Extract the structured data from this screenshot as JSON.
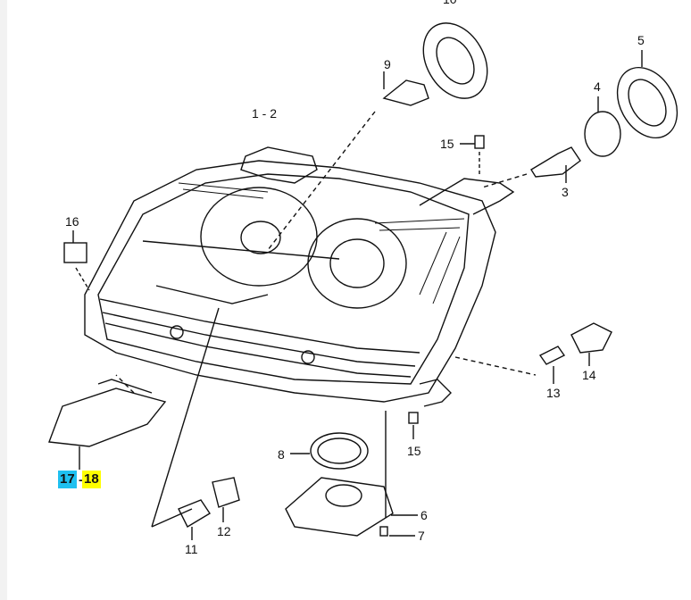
{
  "diagram": {
    "callouts": [
      {
        "id": "10",
        "label": "10"
      },
      {
        "id": "9",
        "label": "9"
      },
      {
        "id": "1-2",
        "label": "1 - 2"
      },
      {
        "id": "5",
        "label": "5"
      },
      {
        "id": "4",
        "label": "4"
      },
      {
        "id": "15a",
        "label": "15"
      },
      {
        "id": "3",
        "label": "3"
      },
      {
        "id": "16",
        "label": "16"
      },
      {
        "id": "14",
        "label": "14"
      },
      {
        "id": "13",
        "label": "13"
      },
      {
        "id": "15b",
        "label": "15"
      },
      {
        "id": "8",
        "label": "8"
      },
      {
        "id": "6",
        "label": "6"
      },
      {
        "id": "7",
        "label": "7"
      },
      {
        "id": "12",
        "label": "12"
      },
      {
        "id": "11",
        "label": "11"
      }
    ],
    "highlight": {
      "part_a": "17",
      "sep": "-",
      "part_b": "18",
      "color_a": "#1fc0f0",
      "color_b": "#ffff00"
    }
  }
}
